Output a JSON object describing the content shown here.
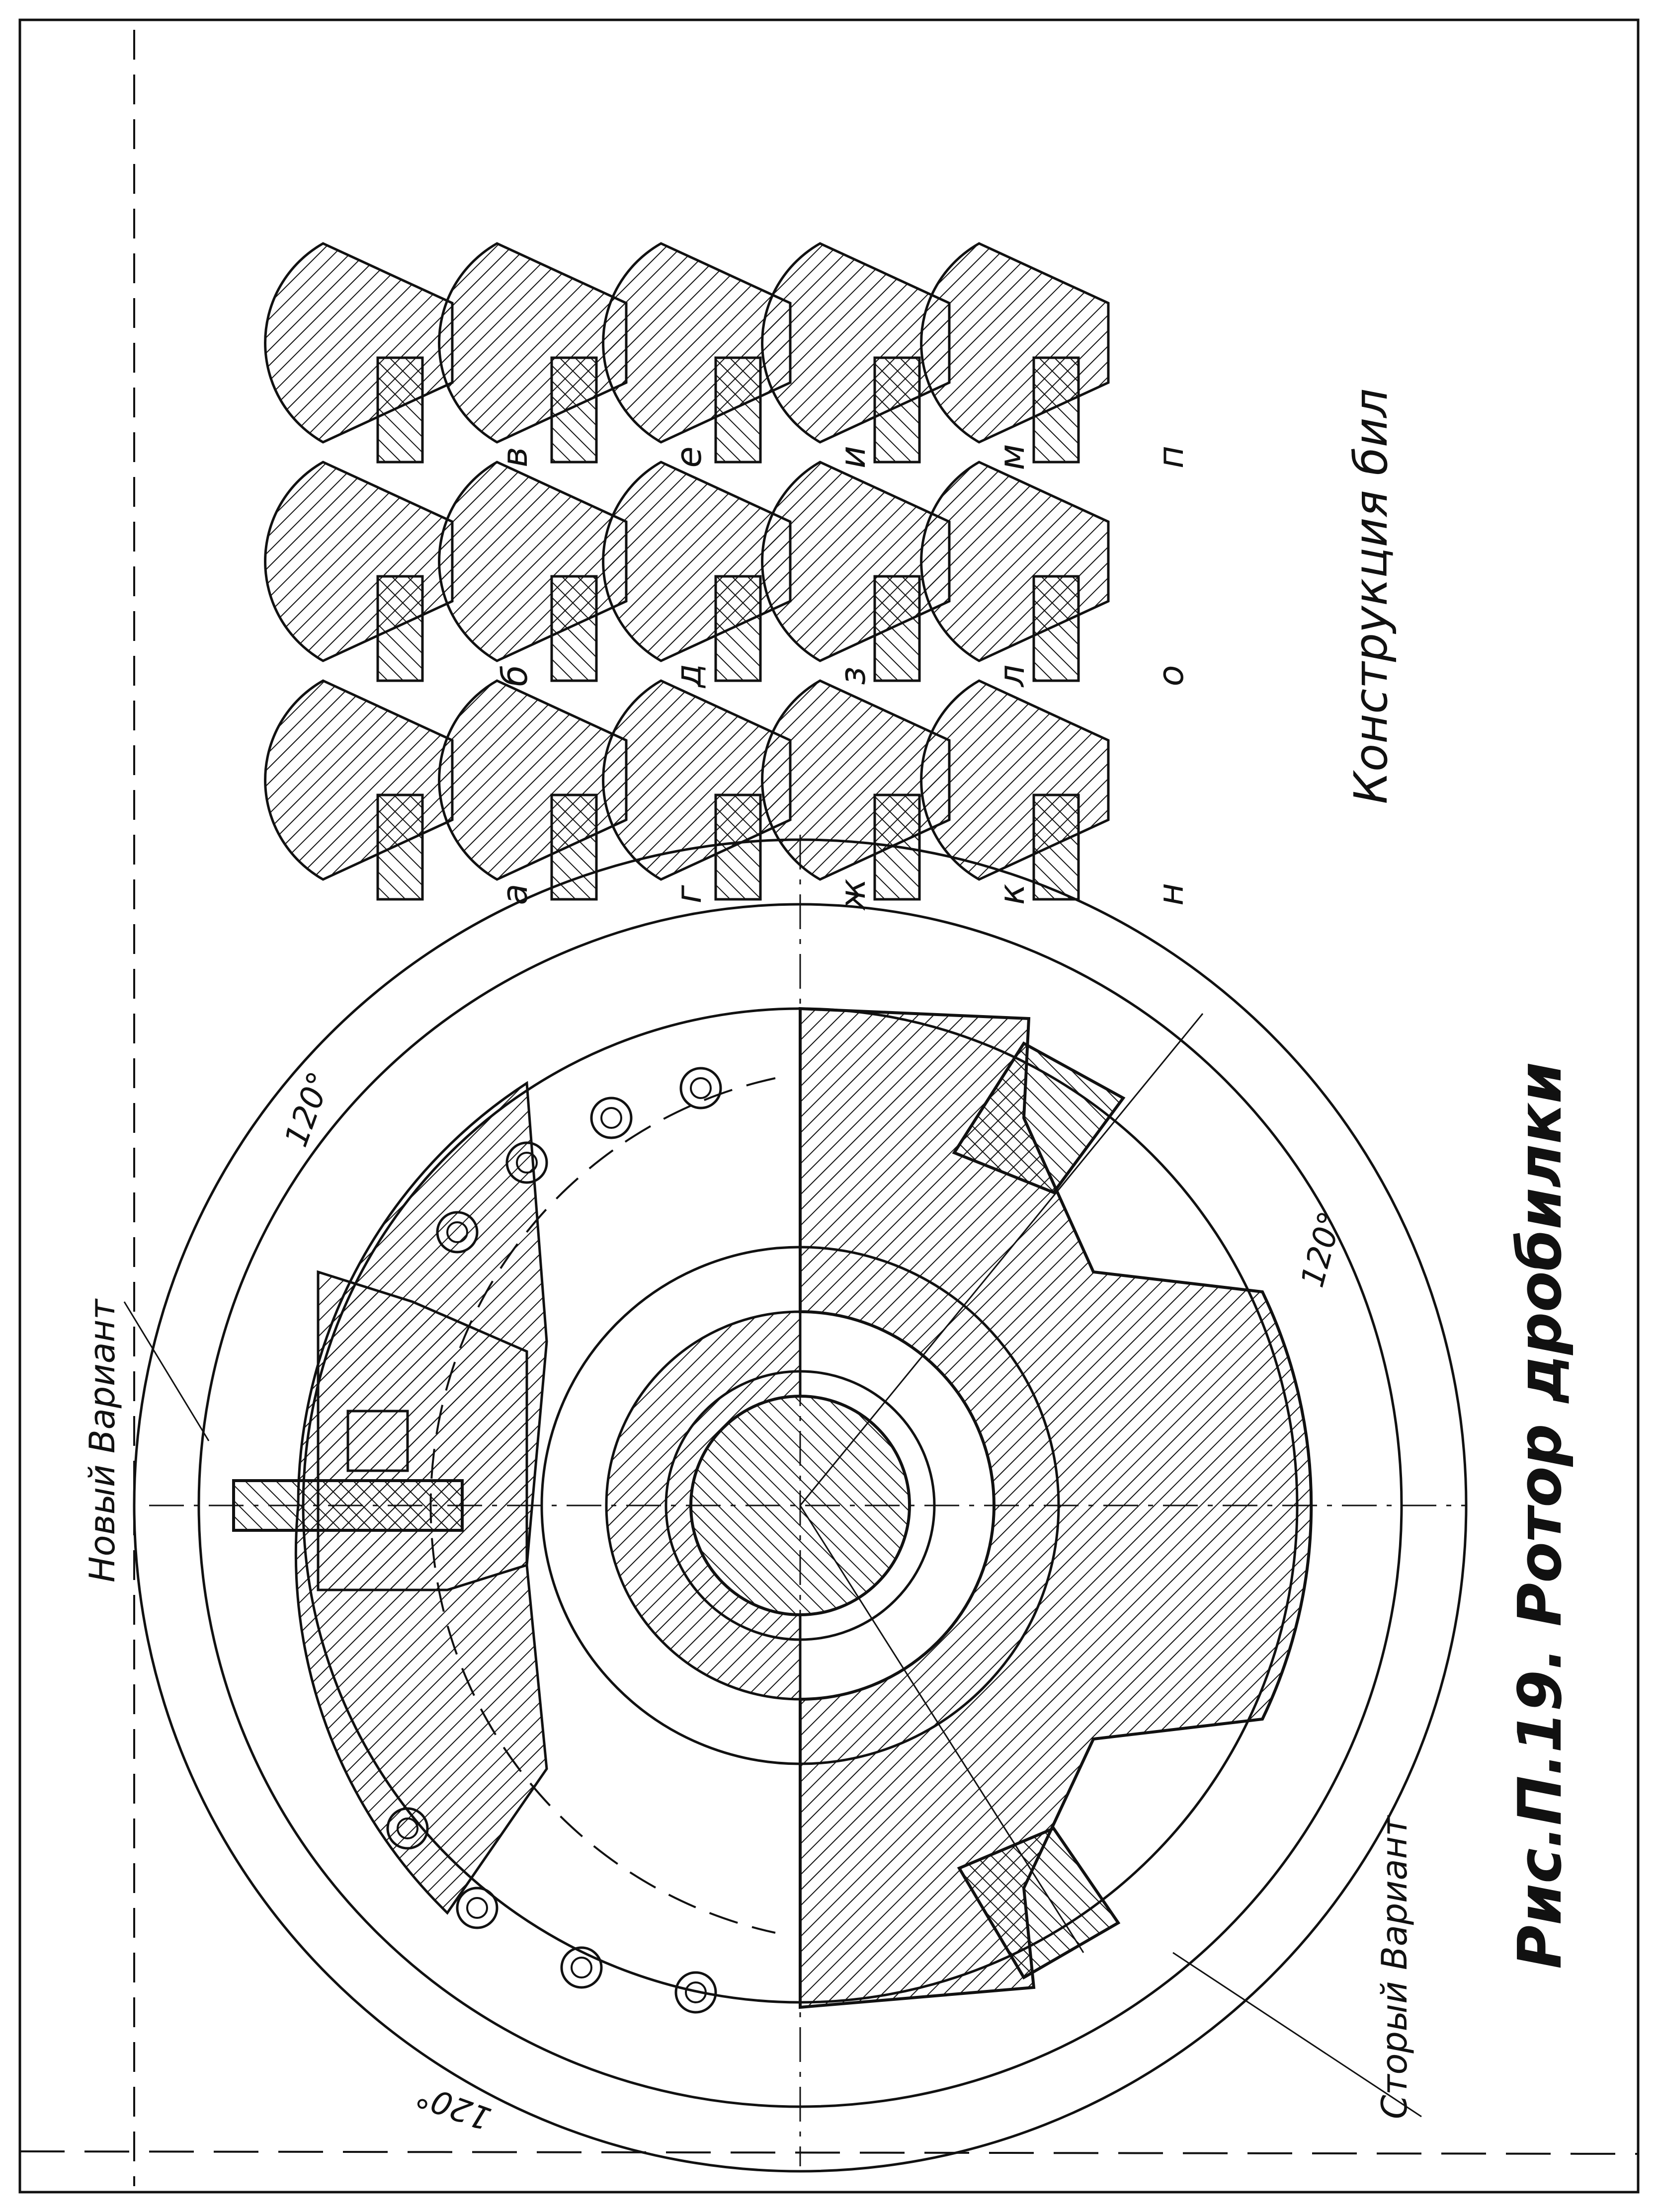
{
  "labels": {
    "construction": "Конструкция бил",
    "new_variant": "Новый Вариант",
    "old_variant": "Сторый Вариант",
    "angle_top": "120°",
    "angle_right": "120°",
    "angle_left": "120°",
    "caption": "Рис.П.19. Ротор дробилки"
  },
  "details": [
    {
      "letter": "а"
    },
    {
      "letter": "б"
    },
    {
      "letter": "в"
    },
    {
      "letter": "г"
    },
    {
      "letter": "д"
    },
    {
      "letter": "е"
    },
    {
      "letter": "ж"
    },
    {
      "letter": "з"
    },
    {
      "letter": "и"
    },
    {
      "letter": "к"
    },
    {
      "letter": "л"
    },
    {
      "letter": "м"
    },
    {
      "letter": "н"
    },
    {
      "letter": "о"
    },
    {
      "letter": "п"
    }
  ]
}
